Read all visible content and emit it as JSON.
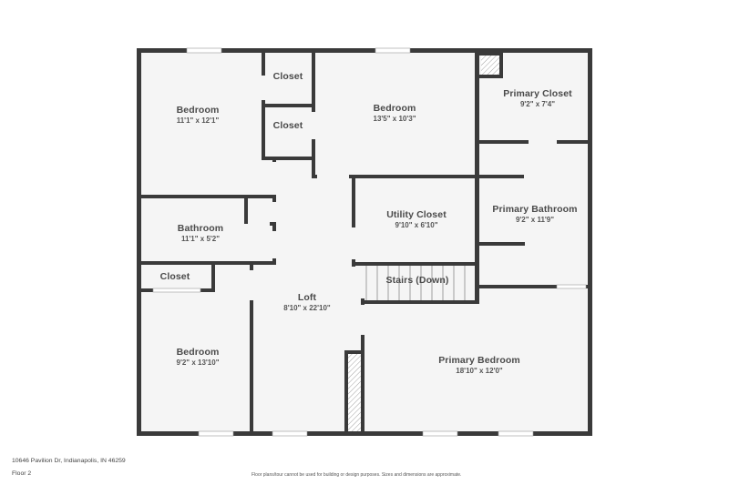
{
  "floor_plan": {
    "floor": "Floor 2",
    "address": "10646 Pavilion Dr, Indianapolis, IN 46259",
    "disclaimer": "Floor plans/tour cannot be used for building or design purposes. Sizes and dimensions are approximate.",
    "colors": {
      "wall": "#3a3a3a",
      "room_fill": "#f5f5f5",
      "background": "#ffffff",
      "text": "#4a4a4a"
    },
    "rooms": [
      {
        "id": "bedroom-nw",
        "name": "Bedroom",
        "dimensions": "11'1\" x 12'1\""
      },
      {
        "id": "closet-1",
        "name": "Closet",
        "dimensions": ""
      },
      {
        "id": "closet-2",
        "name": "Closet",
        "dimensions": ""
      },
      {
        "id": "bedroom-n",
        "name": "Bedroom",
        "dimensions": "13'5\" x 10'3\""
      },
      {
        "id": "primary-closet",
        "name": "Primary Closet",
        "dimensions": "9'2\" x 7'4\""
      },
      {
        "id": "bathroom",
        "name": "Bathroom",
        "dimensions": "11'1\" x 5'2\""
      },
      {
        "id": "utility-closet",
        "name": "Utility Closet",
        "dimensions": "9'10\" x 6'10\""
      },
      {
        "id": "primary-bathroom",
        "name": "Primary Bathroom",
        "dimensions": "9'2\" x 11'9\""
      },
      {
        "id": "closet-3",
        "name": "Closet",
        "dimensions": ""
      },
      {
        "id": "stairs",
        "name": "Stairs (Down)",
        "dimensions": ""
      },
      {
        "id": "loft",
        "name": "Loft",
        "dimensions": "8'10\" x 22'10\""
      },
      {
        "id": "bedroom-sw",
        "name": "Bedroom",
        "dimensions": "9'2\" x 13'10\""
      },
      {
        "id": "primary-bedroom",
        "name": "Primary Bedroom",
        "dimensions": "18'10\" x 12'0\""
      }
    ]
  }
}
